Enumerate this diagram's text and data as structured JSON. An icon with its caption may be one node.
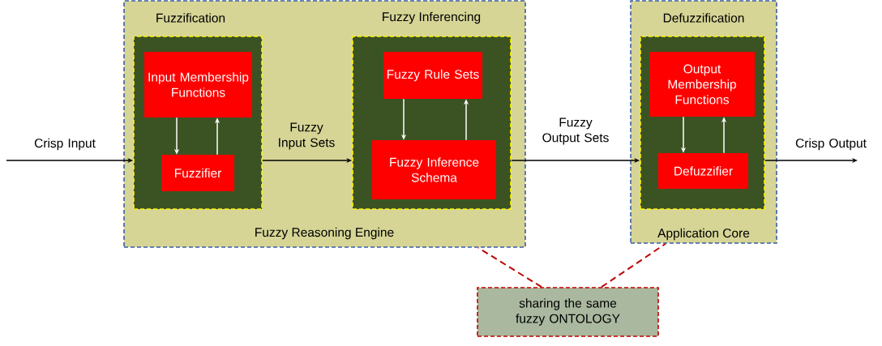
{
  "diagram": {
    "nodes": [
      {
        "text": [
          "Fuzzy Reasoning Engine"
        ]
      },
      {
        "text": [
          "Fuzzification"
        ],
        "in": 0
      },
      {
        "text": [
          "Input Membership Functions"
        ],
        "in": 1
      },
      {
        "text": [
          "Fuzzifier"
        ],
        "in": 1
      },
      {
        "text": [
          "Fuzzy Inferencing"
        ],
        "in": 0
      },
      {
        "text": [
          "Fuzzy Rule Sets"
        ],
        "in": 4
      },
      {
        "text": [
          "Fuzzy Inference Schema"
        ],
        "in": 4
      },
      {
        "text": [
          "Application Core"
        ]
      },
      {
        "text": [
          "Defuzzification"
        ],
        "in": 7
      },
      {
        "text": [
          "Output Membership Functions"
        ],
        "in": 8
      },
      {
        "text": [
          "Defuzzifier"
        ],
        "in": 8
      },
      {
        "text": [
          "sharing the same fuzzy ONTOLOGY"
        ]
      }
    ],
    "edges": [
      {
        "from": null,
        "to": 1,
        "arrow": "to",
        "label": "Crisp Input",
        "color": "#000000"
      },
      {
        "from": 1,
        "to": 4,
        "arrow": "to",
        "label": "Fuzzy Input Sets",
        "color": "#000000"
      },
      {
        "from": 4,
        "to": 8,
        "arrow": "to",
        "label": "Fuzzy Output Sets",
        "color": "#000000"
      },
      {
        "from": 8,
        "to": null,
        "arrow": "to",
        "label": "Crisp Output",
        "color": "#000000"
      },
      {
        "from": 2,
        "to": 3,
        "arrow": "to"
      },
      {
        "from": 3,
        "to": 2,
        "arrow": "to"
      },
      {
        "from": 5,
        "to": 6,
        "arrow": "to"
      },
      {
        "from": 6,
        "to": 5,
        "arrow": "to"
      },
      {
        "from": 9,
        "to": 10,
        "arrow": "to"
      },
      {
        "from": 10,
        "to": 9,
        "arrow": "to"
      },
      {
        "from": 11,
        "to": 0,
        "arrow": "none",
        "style": "dashed",
        "color": "#c00000"
      },
      {
        "from": 11,
        "to": 7,
        "arrow": "none",
        "style": "dashed",
        "color": "#c00000"
      }
    ]
  }
}
